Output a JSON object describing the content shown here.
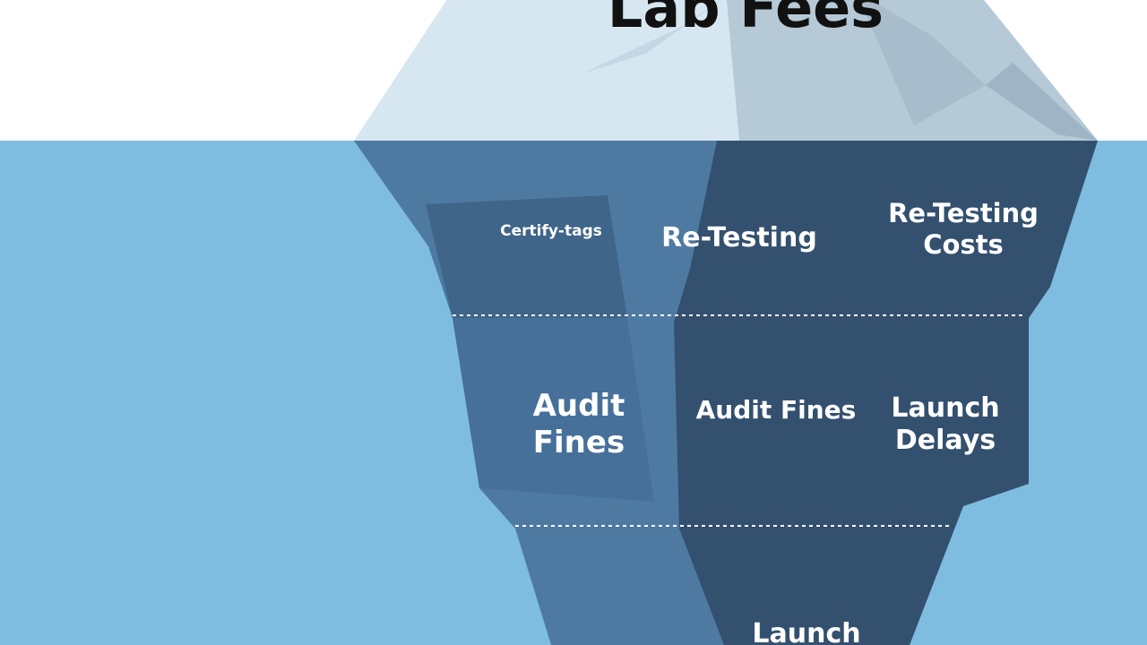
{
  "title": "Lab Fees",
  "labels": {
    "tier1_left": "Certify-tags",
    "tier1_middle": "Re-Testing",
    "tier1_right": "Re-Testing\nCosts",
    "tier2_left": "Audit\nFines",
    "tier2_middle": "Audit Fines",
    "tier2_right": "Launch\nDelays",
    "tier3_bottom": "Launch"
  },
  "colors": {
    "sky": "#ffffff",
    "water": "#7fbde0",
    "ice_light": "#d7e7f2",
    "ice_shadow": "#b6c9d6",
    "berg_light": "#4e7aa2",
    "berg_dark": "#34506f",
    "divider": "#ffffff"
  }
}
